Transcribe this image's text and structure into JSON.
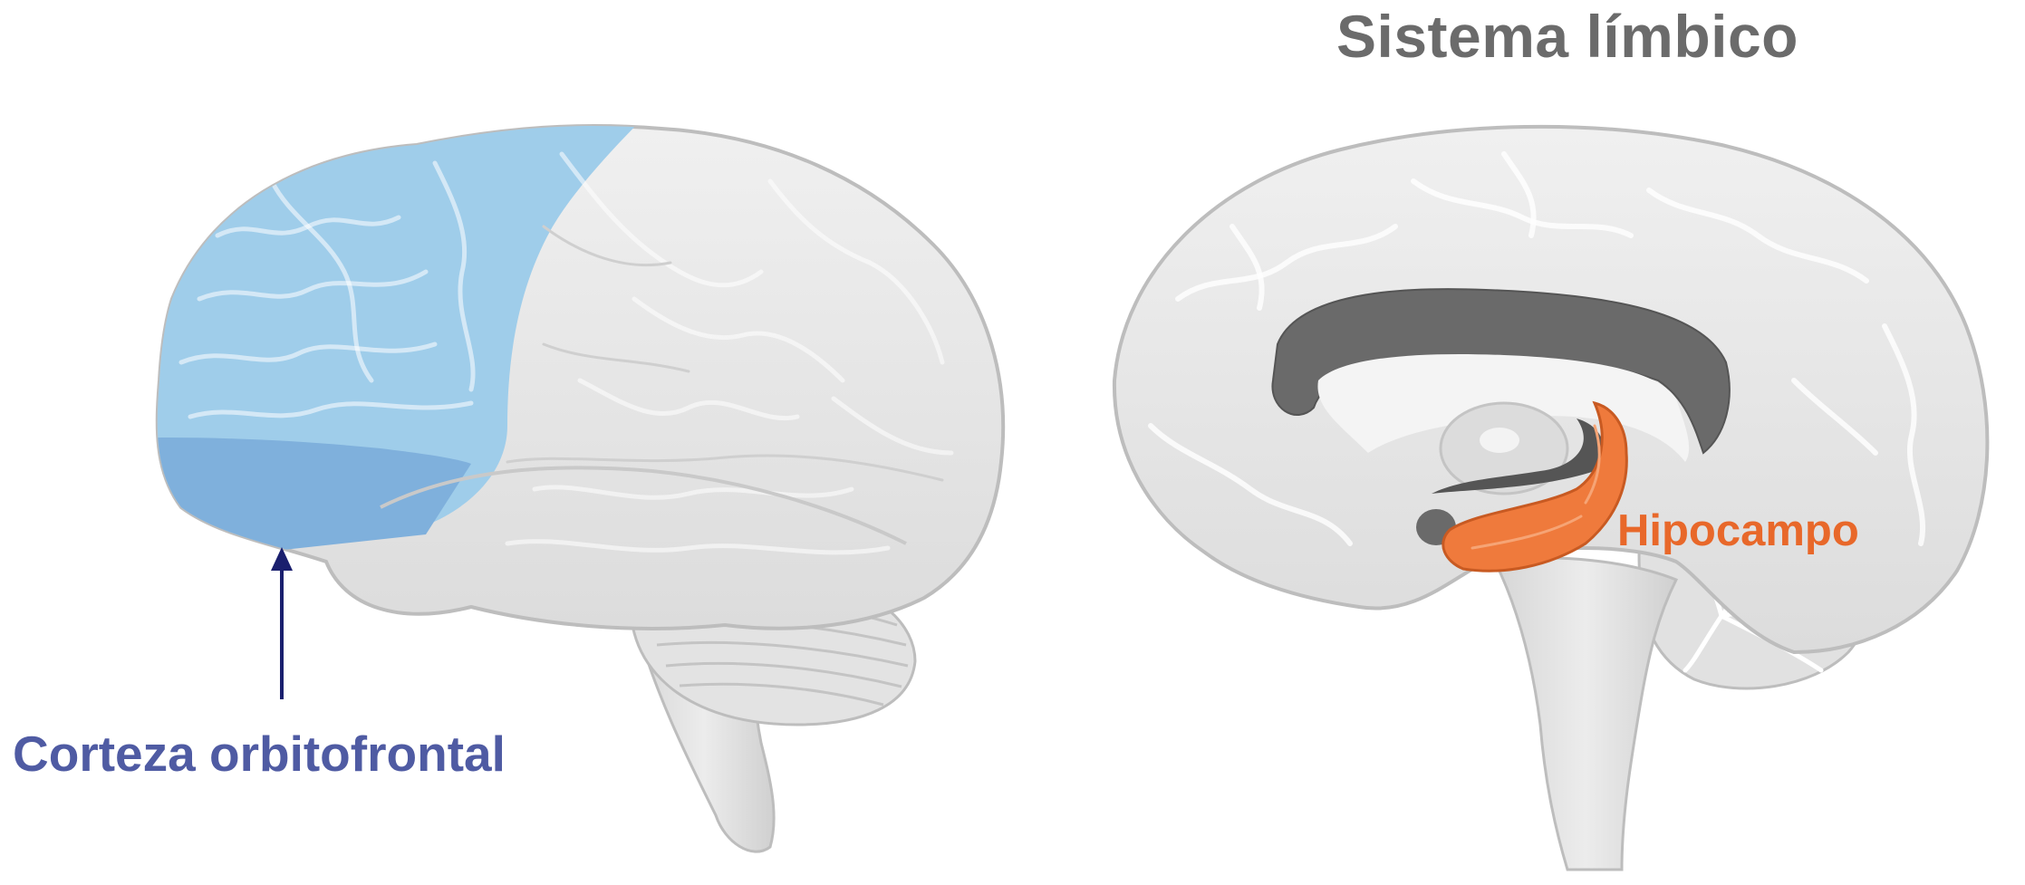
{
  "diagram": {
    "title": "Sistema límbico",
    "left_panel": {
      "label": "Corteza orbitofrontal"
    },
    "right_panel": {
      "label": "Hipocampo"
    },
    "colors": {
      "title": "#6b6b6b",
      "orbitofrontal_label": "#4f5ba3",
      "frontal_lobe": "#9fcdea",
      "orbitofrontal_region": "#7fb0dc",
      "arrow": "#1a1f6e",
      "hippocampus": "#ef7a3c",
      "hippocampus_label": "#e8682a",
      "brain_tissue": "#e6e6e6",
      "brain_outline": "#bdbdbd",
      "corpus_callosum": "#6a6a6a"
    }
  }
}
